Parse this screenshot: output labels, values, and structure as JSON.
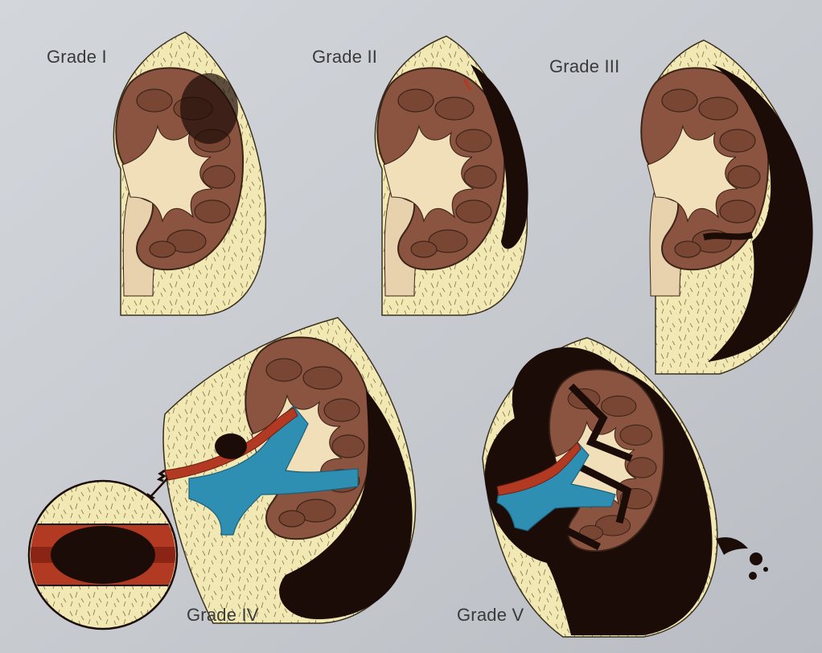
{
  "figure": {
    "colors": {
      "page_background": "#c9cdd3",
      "fat": "#f2e8b4",
      "fat_strands": "#8a7f55",
      "renal_parenchyma": "#8a5440",
      "renal_outline": "#3c2418",
      "collecting_system": "#f0dfb8",
      "ureter": "#e8d2ae",
      "hematoma": "#1c0c08",
      "renal_vein": "#2f8fb3",
      "renal_artery": "#b33a22"
    },
    "panels": [
      {
        "id": "grade-1",
        "label": "Grade I"
      },
      {
        "id": "grade-2",
        "label": "Grade II"
      },
      {
        "id": "grade-3",
        "label": "Grade III"
      },
      {
        "id": "grade-4",
        "label": "Grade IV"
      },
      {
        "id": "grade-5",
        "label": "Grade V"
      }
    ]
  }
}
